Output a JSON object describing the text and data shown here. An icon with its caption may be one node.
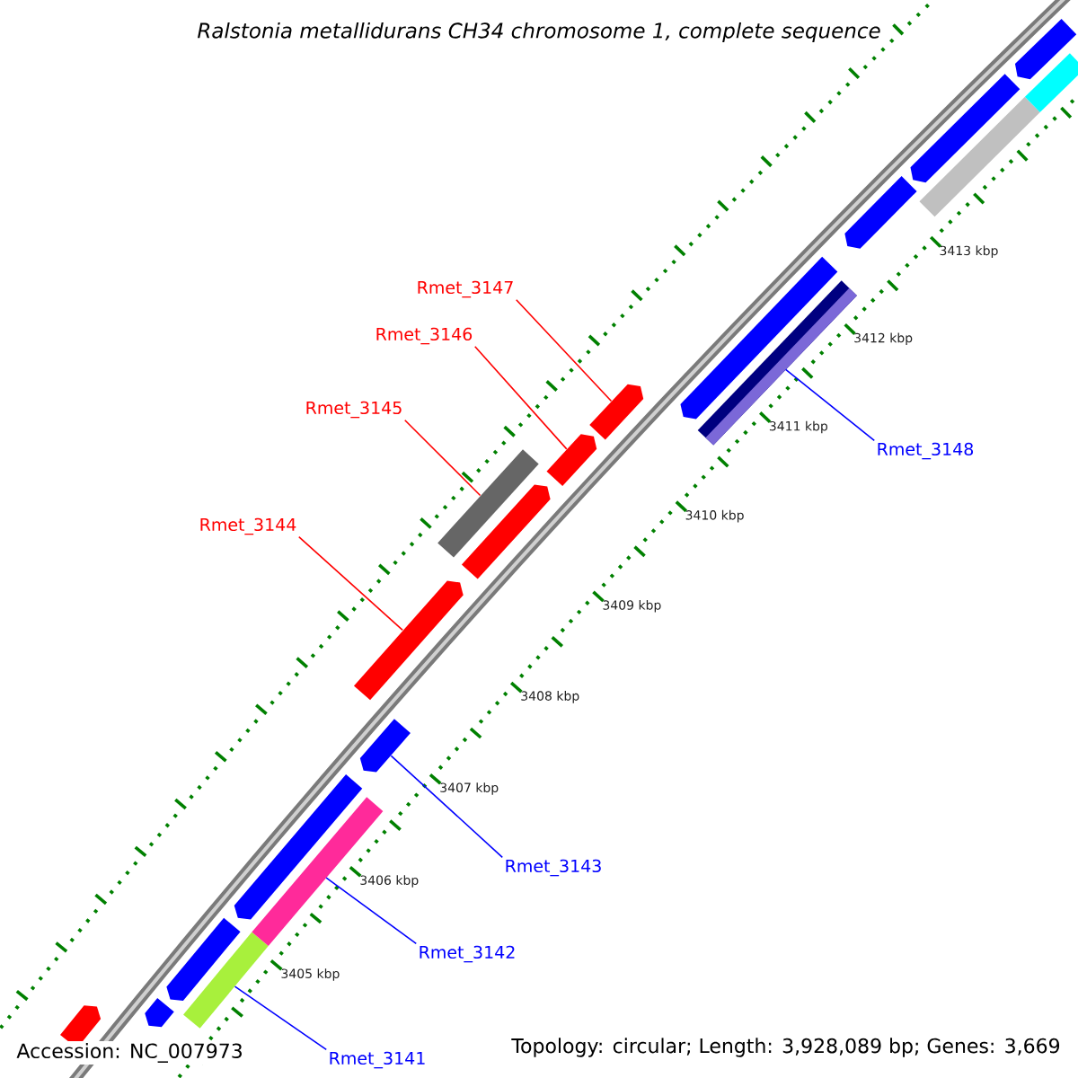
{
  "diagram": {
    "title": "Ralstonia metallidurans CH34 chromosome 1, complete sequence",
    "nodes": [
      {
        "text": [
          "Rmet_3147"
        ]
      },
      {
        "text": [
          "Rmet_3146"
        ]
      },
      {
        "text": [
          "Rmet_3145"
        ]
      },
      {
        "text": [
          "Rmet_3148"
        ]
      },
      {
        "text": [
          "Rmet_3144"
        ]
      },
      {
        "text": [
          "Rmet_3143"
        ]
      },
      {
        "text": [
          "Rmet_3142"
        ]
      },
      {
        "text": [
          "Rmet_3141"
        ]
      },
      {
        "text": [],
        "shape": "bar"
      },
      {
        "text": [],
        "shape": "bar"
      },
      {
        "text": [],
        "shape": "bar"
      },
      {
        "text": [],
        "shape": "bar"
      },
      {
        "text": [],
        "shape": "bar"
      },
      {
        "text": [],
        "shape": "bar"
      },
      {
        "text": [],
        "shape": "bar"
      },
      {
        "text": [],
        "shape": "bar"
      },
      {
        "text": [],
        "shape": "bar"
      },
      {
        "text": [],
        "shape": "bar"
      },
      {
        "text": [],
        "shape": "bar"
      },
      {
        "text": [],
        "shape": "bar"
      },
      {
        "text": [],
        "shape": "bar"
      },
      {
        "text": [],
        "shape": "bar"
      },
      {
        "text": [],
        "shape": "bar"
      },
      {
        "text": [],
        "shape": "bar"
      },
      {
        "text": [],
        "shape": "bar"
      },
      {
        "text": [],
        "shape": "bar"
      },
      {
        "text": [],
        "shape": "bar"
      }
    ],
    "edges": [
      {
        "from": 0,
        "to": 19,
        "arrow": "none",
        "color": "#ff0000"
      },
      {
        "from": 1,
        "to": 18,
        "arrow": "none",
        "color": "#ff0000"
      },
      {
        "from": 2,
        "to": 16,
        "arrow": "none",
        "color": "#ff0000"
      },
      {
        "from": 3,
        "to": 21,
        "arrow": "none",
        "color": "#0000ff"
      },
      {
        "from": 4,
        "to": 15,
        "arrow": "none",
        "color": "#ff0000"
      },
      {
        "from": 5,
        "to": 14,
        "arrow": "none",
        "color": "#0000ff"
      },
      {
        "from": 6,
        "to": 12,
        "arrow": "none",
        "color": "#0000ff"
      },
      {
        "from": 7,
        "to": 10,
        "arrow": "none",
        "color": "#0000ff"
      }
    ],
    "labels": [
      "3413 kbp",
      "3412 kbp",
      "3411 kbp",
      "3410 kbp",
      "3409 kbp",
      "3408 kbp",
      "3407 kbp",
      "3406 kbp",
      "3405 kbp",
      "Accession: NC_007973",
      "Topology: circular; Length: 3,928,089 bp; Genes: 3,669"
    ]
  }
}
